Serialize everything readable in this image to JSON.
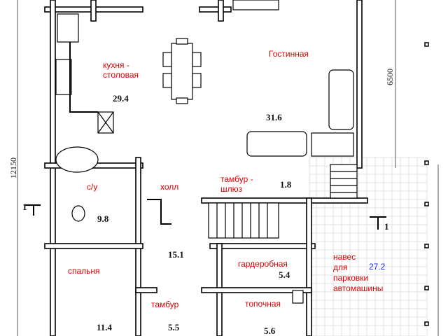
{
  "rooms": [
    {
      "name": "кухня - столовая",
      "line1": "кухня -",
      "line2": "столовая",
      "area": "29.4"
    },
    {
      "name": "Гостинная",
      "area": "31.6"
    },
    {
      "name": "с/у",
      "area": "9.8"
    },
    {
      "name": "холл",
      "area": "15.1"
    },
    {
      "name": "тамбур - шлюз",
      "line1": "тамбур -",
      "line2": "шлюз",
      "area": "1.8"
    },
    {
      "name": "спальня",
      "area": "11.4"
    },
    {
      "name": "тамбур",
      "area": "5.5"
    },
    {
      "name": "гардеробная",
      "area": "5.4"
    },
    {
      "name": "топочная",
      "area": "5.6"
    },
    {
      "name": "навес для парковки автомашины",
      "line1": "навес",
      "line2": "для",
      "line3": "парковки",
      "line4": "автомашины",
      "area": "27.2"
    }
  ],
  "dimensions": {
    "overall_height": "12150",
    "living_height": "6500"
  },
  "section_marks": {
    "left": "1",
    "right": "1"
  }
}
